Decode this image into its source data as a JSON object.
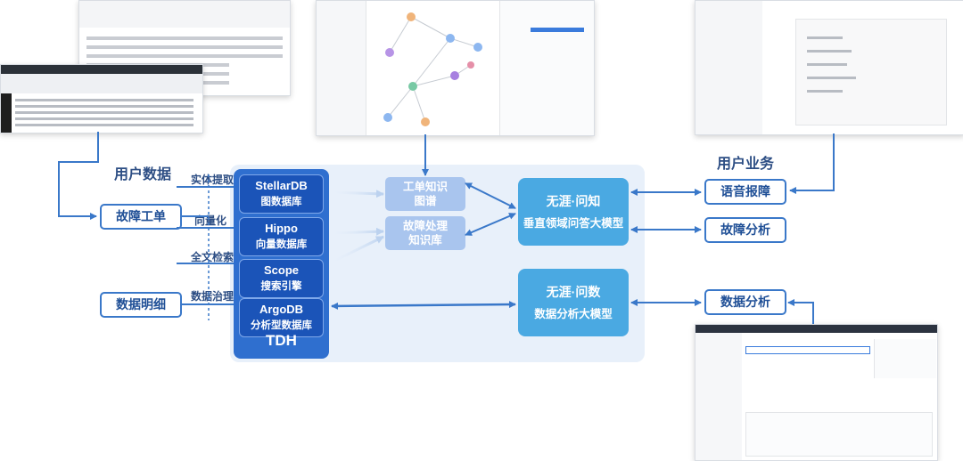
{
  "headers": {
    "user_data": "用户数据",
    "user_business": "用户业务"
  },
  "inputs": {
    "fault_ticket": "故障工单",
    "data_detail": "数据明细"
  },
  "processes": {
    "entity_extract": "实体提取",
    "vectorize": "向量化",
    "fulltext": "全文检索",
    "governance": "数据治理"
  },
  "tdh": {
    "label": "TDH",
    "components": [
      {
        "name": "StellarDB",
        "desc": "图数据库"
      },
      {
        "name": "Hippo",
        "desc": "向量数据库"
      },
      {
        "name": "Scope",
        "desc": "搜索引擎"
      },
      {
        "name": "ArgoDB",
        "desc": "分析型数据库"
      }
    ]
  },
  "knowledge": {
    "graph_line1": "工单知识",
    "graph_line2": "图谱",
    "kb_line1": "故障处理",
    "kb_line2": "知识库"
  },
  "models": {
    "qa_line1": "无涯·问知",
    "qa_line2": "垂直领域问答大模型",
    "analysis_line1": "无涯·问数",
    "analysis_line2": "数据分析大模型"
  },
  "outputs": {
    "voice": "语音报障",
    "fault_analysis": "故障分析",
    "data_analysis": "数据分析"
  },
  "colors": {
    "tdh": "#2f6fcf",
    "tdh_cell": "#1b54b8",
    "model": "#4aa9e2",
    "knowledge": "#a9c5ee",
    "panel": "#e8f0fa",
    "line": "#3a78c9"
  }
}
